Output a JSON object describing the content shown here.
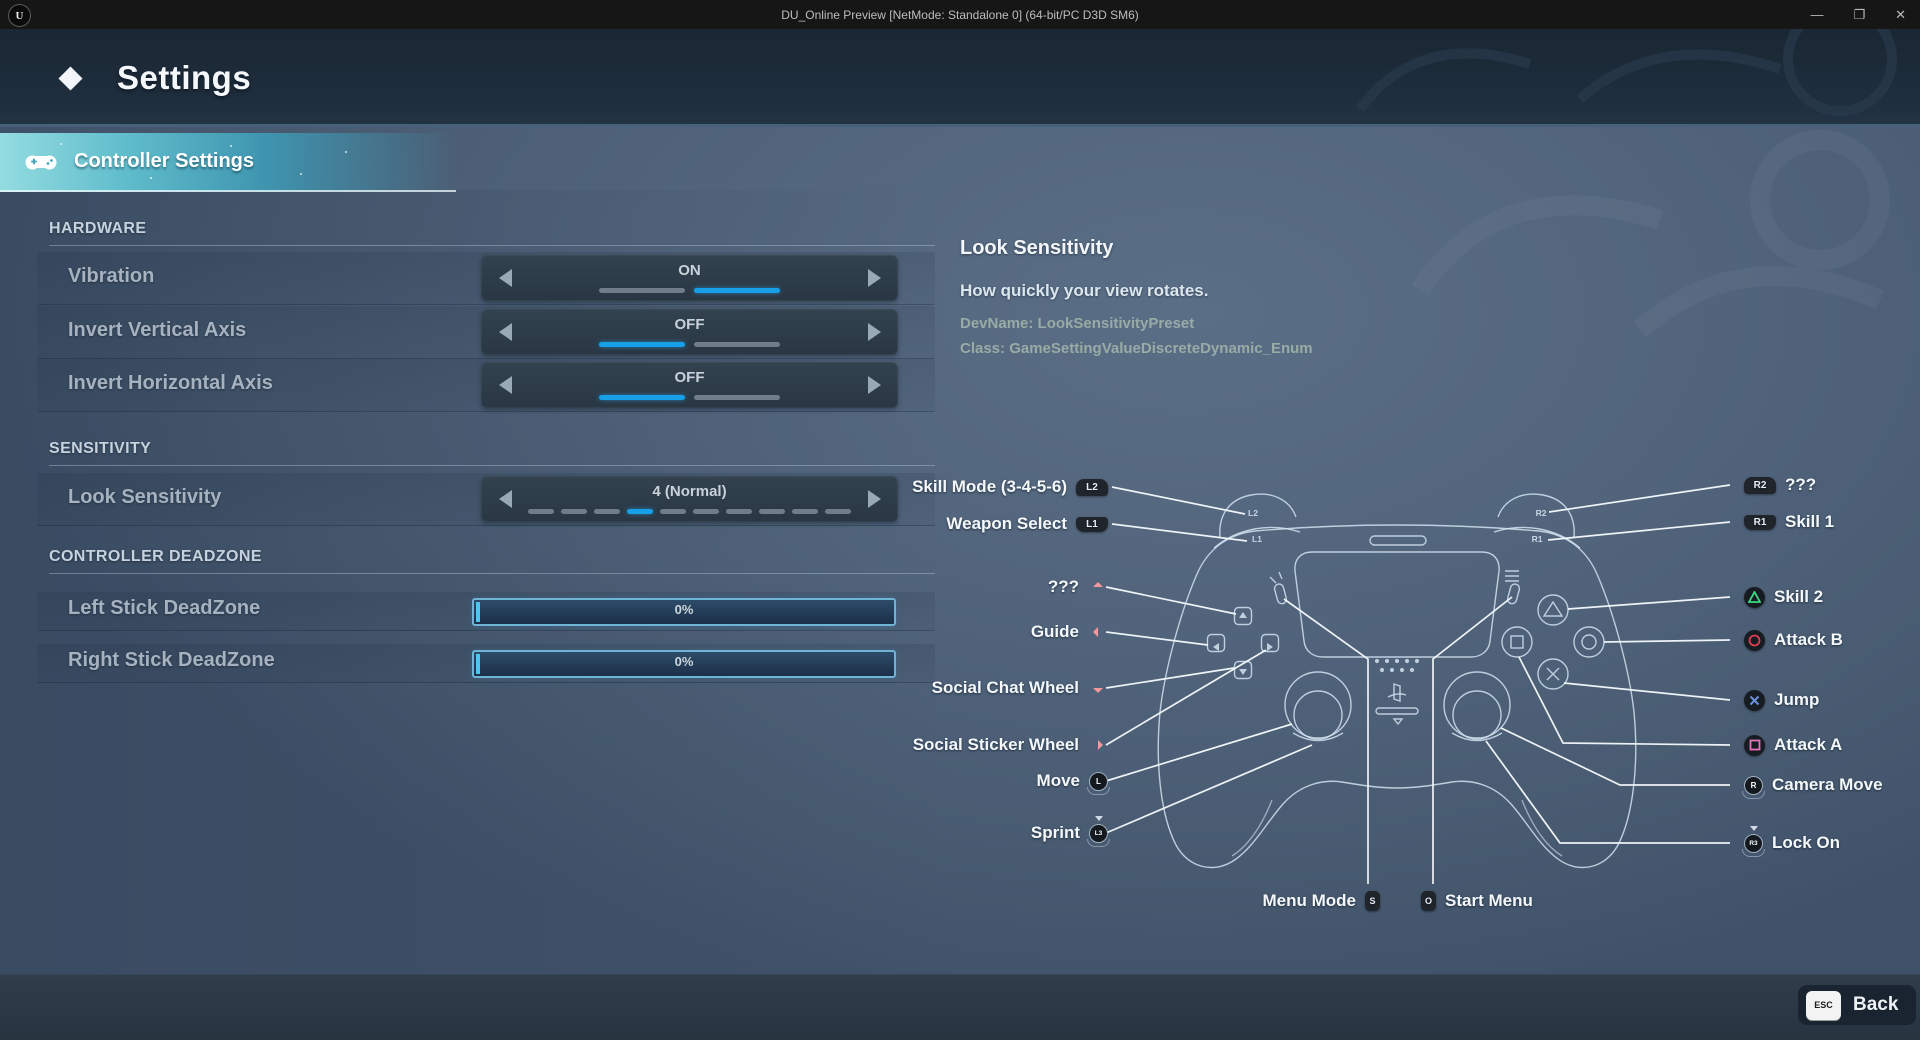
{
  "window": {
    "title": "DU_Online Preview [NetMode: Standalone 0] (64-bit/PC D3D SM6)",
    "minimize_glyph": "—",
    "maximize_glyph": "❐",
    "close_glyph": "✕"
  },
  "header": {
    "title": "Settings"
  },
  "tab": {
    "label": "Controller Settings"
  },
  "settings": {
    "sections": [
      {
        "title": "HARDWARE",
        "rows": [
          {
            "label": "Vibration",
            "value": "ON",
            "control": "stepper",
            "segments": 2,
            "selected": 2
          },
          {
            "label": "Invert Vertical Axis",
            "value": "OFF",
            "control": "stepper",
            "segments": 2,
            "selected": 1
          },
          {
            "label": "Invert Horizontal Axis",
            "value": "OFF",
            "control": "stepper",
            "segments": 2,
            "selected": 1
          }
        ]
      },
      {
        "title": "SENSITIVITY",
        "rows": [
          {
            "label": "Look Sensitivity",
            "value": "4 (Normal)",
            "control": "stepper",
            "segments": 10,
            "selected": 4
          }
        ]
      },
      {
        "title": "CONTROLLER DEADZONE",
        "rows": [
          {
            "label": "Left Stick DeadZone",
            "value": "0%",
            "control": "bar",
            "percent": 0
          },
          {
            "label": "Right Stick DeadZone",
            "value": "0%",
            "control": "bar",
            "percent": 0
          }
        ]
      }
    ]
  },
  "info": {
    "title": "Look Sensitivity",
    "description": "How quickly your view rotates.",
    "dev_name": "DevName: LookSensitivityPreset",
    "class_name": "Class: GameSettingValueDiscreteDynamic_Enum"
  },
  "controller_map": {
    "left": [
      {
        "label": "Skill Mode (3-4-5-6)",
        "badge": "L2"
      },
      {
        "label": "Weapon Select",
        "badge": "L1"
      },
      {
        "label": "???",
        "icon": "dpad-up"
      },
      {
        "label": "Guide",
        "icon": "dpad-left"
      },
      {
        "label": "Social Chat Wheel",
        "icon": "dpad-down"
      },
      {
        "label": "Social Sticker Wheel",
        "icon": "dpad-right"
      },
      {
        "label": "Move",
        "icon": "left-stick",
        "icon_text": "L"
      },
      {
        "label": "Sprint",
        "icon": "left-stick-press",
        "icon_text": "L3"
      }
    ],
    "right": [
      {
        "label": "???",
        "badge": "R2"
      },
      {
        "label": "Skill 1",
        "badge": "R1"
      },
      {
        "label": "Skill 2",
        "icon": "triangle-button"
      },
      {
        "label": "Attack B",
        "icon": "circle-button"
      },
      {
        "label": "Jump",
        "icon": "cross-button"
      },
      {
        "label": "Attack A",
        "icon": "square-button"
      },
      {
        "label": "Camera Move",
        "icon": "right-stick",
        "icon_text": "R"
      },
      {
        "label": "Lock On",
        "icon": "right-stick-press",
        "icon_text": "R3"
      }
    ],
    "bottom": [
      {
        "label": "Menu Mode",
        "badge": "S"
      },
      {
        "label": "Start Menu",
        "badge": "O"
      }
    ]
  },
  "controller_art": {
    "shoulder_labels": [
      "L2",
      "L1",
      "R2",
      "R1"
    ]
  },
  "footer": {
    "back_label": "Back",
    "back_key": "ESC"
  },
  "colors": {
    "accent_blue": "#179fe8",
    "tab_teal": "#5fbccb",
    "segment_gray": "#8794a0",
    "deadzone_border": "#6fb3d6",
    "deadzone_marker": "#49c8f2",
    "dpad_active_pink": "#f2989c",
    "triangle_green": "#3ddc84",
    "circle_red": "#e0404f",
    "cross_blue": "#6b8fd9",
    "square_pink": "#e872b8"
  }
}
